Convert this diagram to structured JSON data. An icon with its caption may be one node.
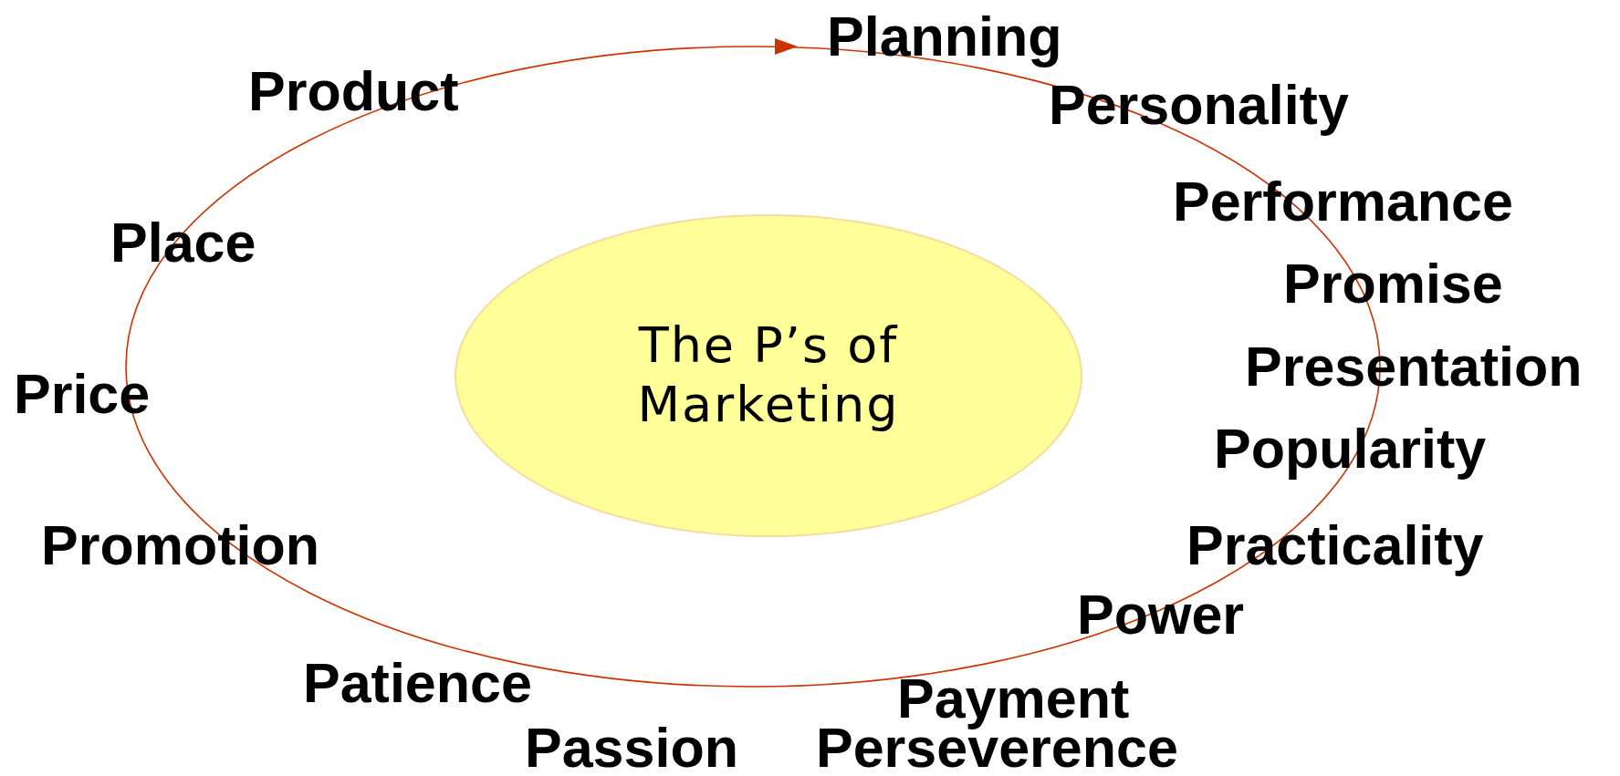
{
  "diagram": {
    "nodes": [
      {
        "text": [
          "The P’s of Marketing"
        ]
      }
    ],
    "labels": [
      "Planning",
      "Product",
      "Personality",
      "Performance",
      "Place",
      "Promise",
      "Presentation",
      "Price",
      "Popularity",
      "Promotion",
      "Practicality",
      "Power",
      "Patience",
      "Payment",
      "Passion",
      "Perseverence"
    ]
  }
}
